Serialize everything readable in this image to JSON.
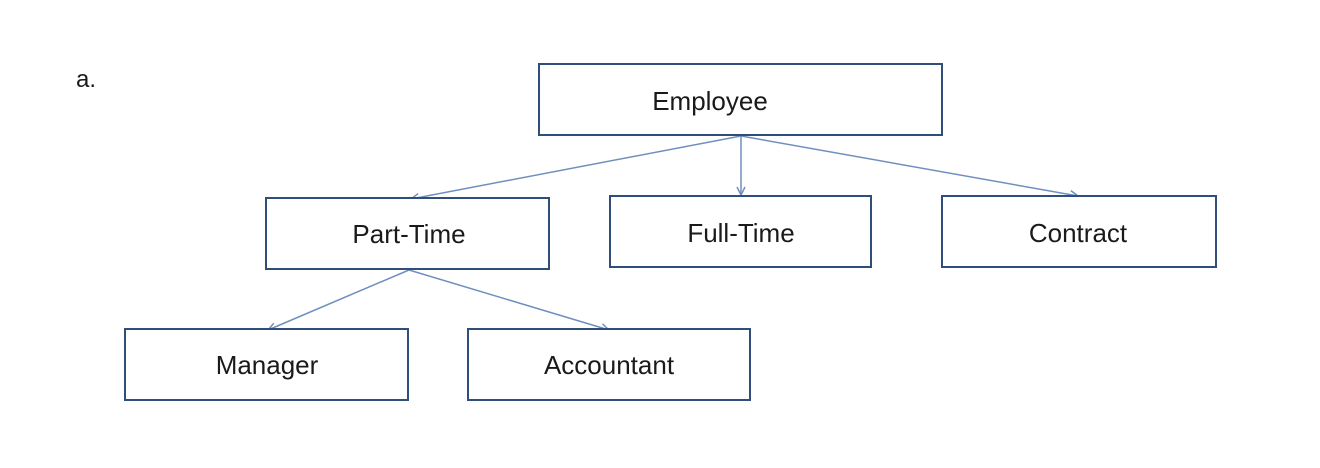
{
  "label": "a.",
  "colors": {
    "box_border": "#2f4f7a",
    "arrow": "#6f8fbf",
    "text": "#1a1a1a"
  },
  "nodes": [
    {
      "id": "employee",
      "label": "Employee"
    },
    {
      "id": "part-time",
      "label": "Part-Time"
    },
    {
      "id": "full-time",
      "label": "Full-Time"
    },
    {
      "id": "contract",
      "label": "Contract"
    },
    {
      "id": "manager",
      "label": "Manager"
    },
    {
      "id": "accountant",
      "label": "Accountant"
    }
  ],
  "edges": [
    {
      "from": "employee",
      "to": "part-time"
    },
    {
      "from": "employee",
      "to": "full-time"
    },
    {
      "from": "employee",
      "to": "contract"
    },
    {
      "from": "part-time",
      "to": "manager"
    },
    {
      "from": "part-time",
      "to": "accountant"
    }
  ]
}
